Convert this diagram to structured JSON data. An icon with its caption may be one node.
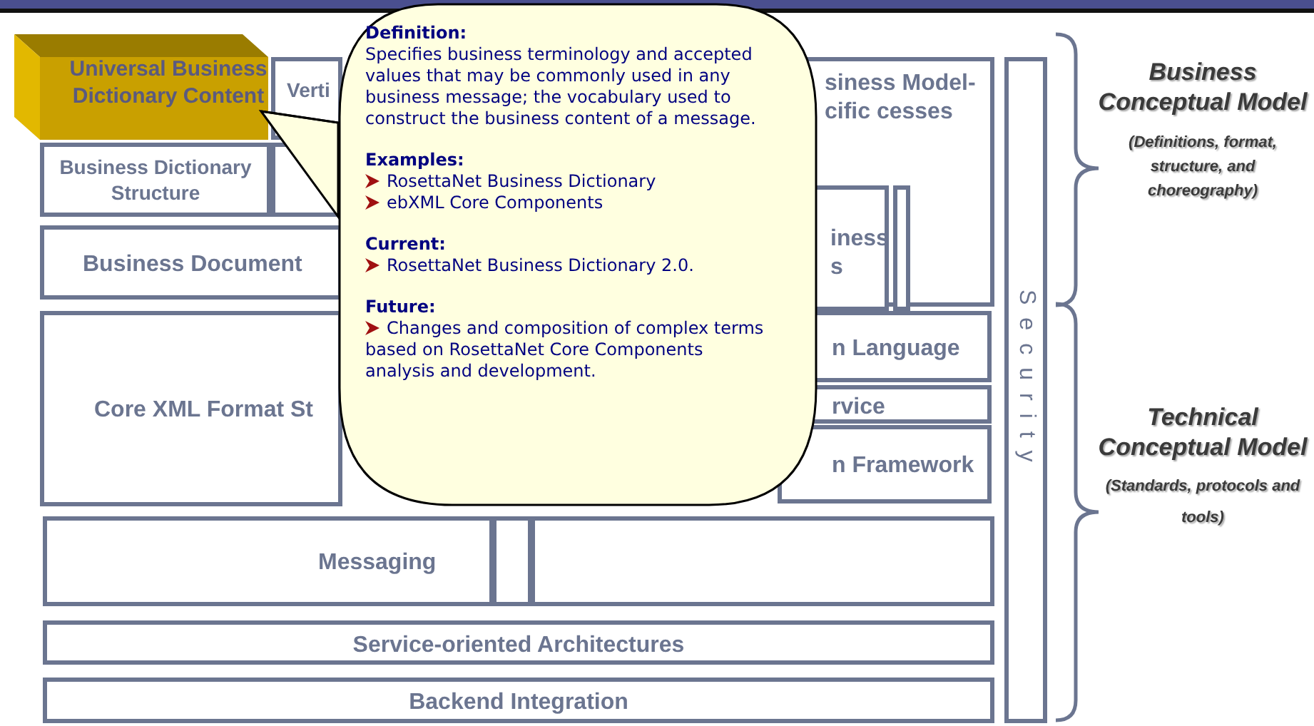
{
  "diagram": {
    "nodes": [
      {
        "text": [
          "Universal Business Dictionary Content"
        ]
      },
      {
        "text": [
          "Verti"
        ]
      },
      {
        "text": [
          "siness Model- cific cesses"
        ]
      },
      {
        "text": [
          "Business Dictionary Structure"
        ]
      },
      {
        "text": [],
        "shape": "box"
      },
      {
        "text": [
          "Business Document"
        ]
      },
      {
        "text": [
          "iness s"
        ],
        "in": 2
      },
      {
        "text": [],
        "shape": "box",
        "in": 2
      },
      {
        "text": [
          "n Language"
        ]
      },
      {
        "text": [
          "Core XML Format St"
        ]
      },
      {
        "text": [
          "rvice"
        ]
      },
      {
        "text": [
          "n Framework"
        ]
      },
      {
        "text": [
          "Messaging"
        ]
      },
      {
        "text": [],
        "shape": "box"
      },
      {
        "text": [],
        "shape": "box"
      },
      {
        "text": [
          "Service-oriented Architectures"
        ]
      },
      {
        "text": [
          "Backend Integration"
        ]
      },
      {
        "text": [
          "Security"
        ]
      },
      {
        "text": [
          "Definition:",
          "Specifies business terminology and accepted values that may be commonly used in any business message; the vocabulary used to construct the business content of a message.",
          "Examples:",
          "RosettaNet Business Dictionary",
          "ebXML Core Components",
          "Current:",
          "RosettaNet Business Dictionary 2.0.",
          "Future:",
          "Changes and composition of complex terms based on RosettaNet Core Components analysis and development."
        ]
      }
    ],
    "edges": [
      {
        "from": 18,
        "to": 0,
        "arrow": "none"
      }
    ],
    "labels": [
      "Business Conceptual Model",
      "(Definitions, format, structure, and choreography)",
      "Technical Conceptual Model",
      "(Standards, protocols and tools)"
    ]
  }
}
